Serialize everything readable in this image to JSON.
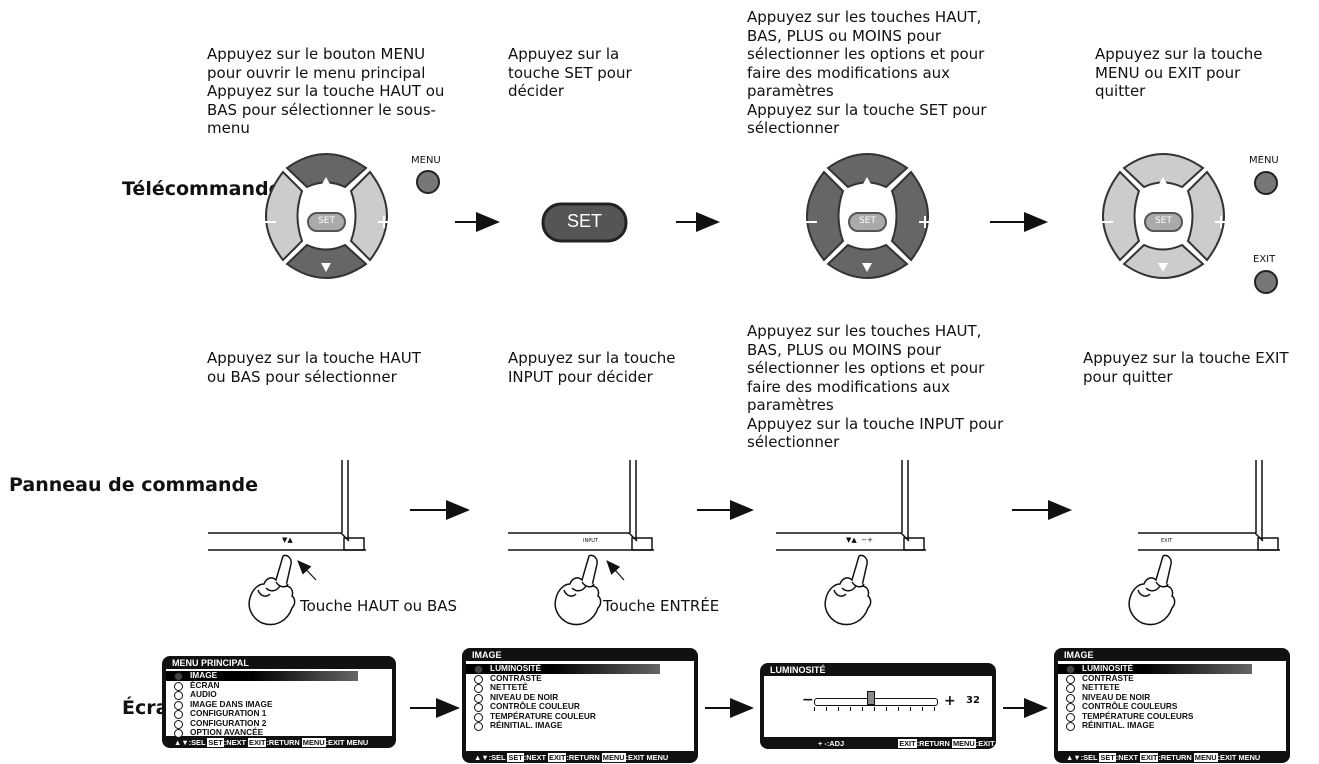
{
  "rows": {
    "remote": "Télécommande",
    "panel": "Panneau de commande",
    "osm": "Écran OSM"
  },
  "remote_steps": [
    "Appuyez sur le bouton MENU\npour ouvrir le menu principal\nAppuyez sur la touche HAUT ou\nBAS pour sélectionner le sous-\nmenu",
    "Appuyez sur la\ntouche SET pour\ndécider",
    "Appuyez sur les touches HAUT,\nBAS, PLUS ou MOINS pour\nsélectionner les options et pour\nfaire des modifications aux\nparamètres\nAppuyez sur la touche SET pour\nsélectionner",
    "Appuyez sur la touche\nMENU ou EXIT pour\nquitter"
  ],
  "panel_steps": [
    "Appuyez sur la touche HAUT\nou BAS pour sélectionner",
    "Appuyez sur la touche\nINPUT pour décider",
    "Appuyez sur les touches HAUT,\nBAS, PLUS ou MOINS pour\nsélectionner les options et pour\nfaire des modifications aux\nparamètres\nAppuyez sur la touche INPUT pour\nsélectionner",
    "Appuyez sur la touche EXIT\npour quitter"
  ],
  "remote_buttons": {
    "set": "SET",
    "menu": "MENU",
    "exit": "EXIT",
    "minus": "−",
    "plus": "+",
    "up": "▲",
    "down": "▼"
  },
  "panel_labels": {
    "updown": "▼▲",
    "input": "INPUT",
    "updown_pm": "▼▲  −+",
    "exit": "EXIT",
    "caption_updown": "Touche HAUT ou BAS",
    "caption_input": "Touche ENTRÉE"
  },
  "osm_main": {
    "title": "MENU PRINCIPAL",
    "items": [
      "IMAGE",
      "ÉCRAN",
      "AUDIO",
      "IMAGE DANS IMAGE",
      "CONFIGURATION 1",
      "CONFIGURATION 2",
      "OPTION AVANCÉE"
    ],
    "footer": [
      ":SEL",
      ":NEXT",
      ":RETURN",
      ":EXIT MENU"
    ]
  },
  "osm_image": {
    "title": "IMAGE",
    "items": [
      "LUMINOSITÉ",
      "CONTRASTE",
      "NETTETÉ",
      "NIVEAU DE NOIR",
      "CONTRÔLE COULEUR",
      "TEMPÉRATURE COULEUR",
      "RÉINITIAL. IMAGE"
    ],
    "footer": [
      ":SEL",
      ":NEXT",
      ":RETURN",
      ":EXIT MENU"
    ]
  },
  "osm_lum": {
    "title": "LUMINOSITÉ",
    "value": "32",
    "level_percent": 45,
    "minus": "−",
    "plus": "+",
    "footer_adj": "+ -:ADJ",
    "footer_return": ":RETURN",
    "footer_exit": ":EXIT MENU"
  },
  "osm_image2": {
    "title": "IMAGE",
    "items": [
      "LUMINOSITÉ",
      "CONTRASTE",
      "NETTETE",
      "NIVEAU DE NOIR",
      "CONTRÔLE COULEURS",
      "TEMPÉRATURE COULEURS",
      "RÉINITIAL. IMAGE"
    ],
    "footer": [
      ":SEL",
      ":NEXT",
      ":RETURN",
      ":EXIT MENU"
    ]
  },
  "footer_keys": {
    "arrows": "▲▼",
    "set": "SET",
    "exit": "EXIT",
    "menu": "MENU"
  }
}
